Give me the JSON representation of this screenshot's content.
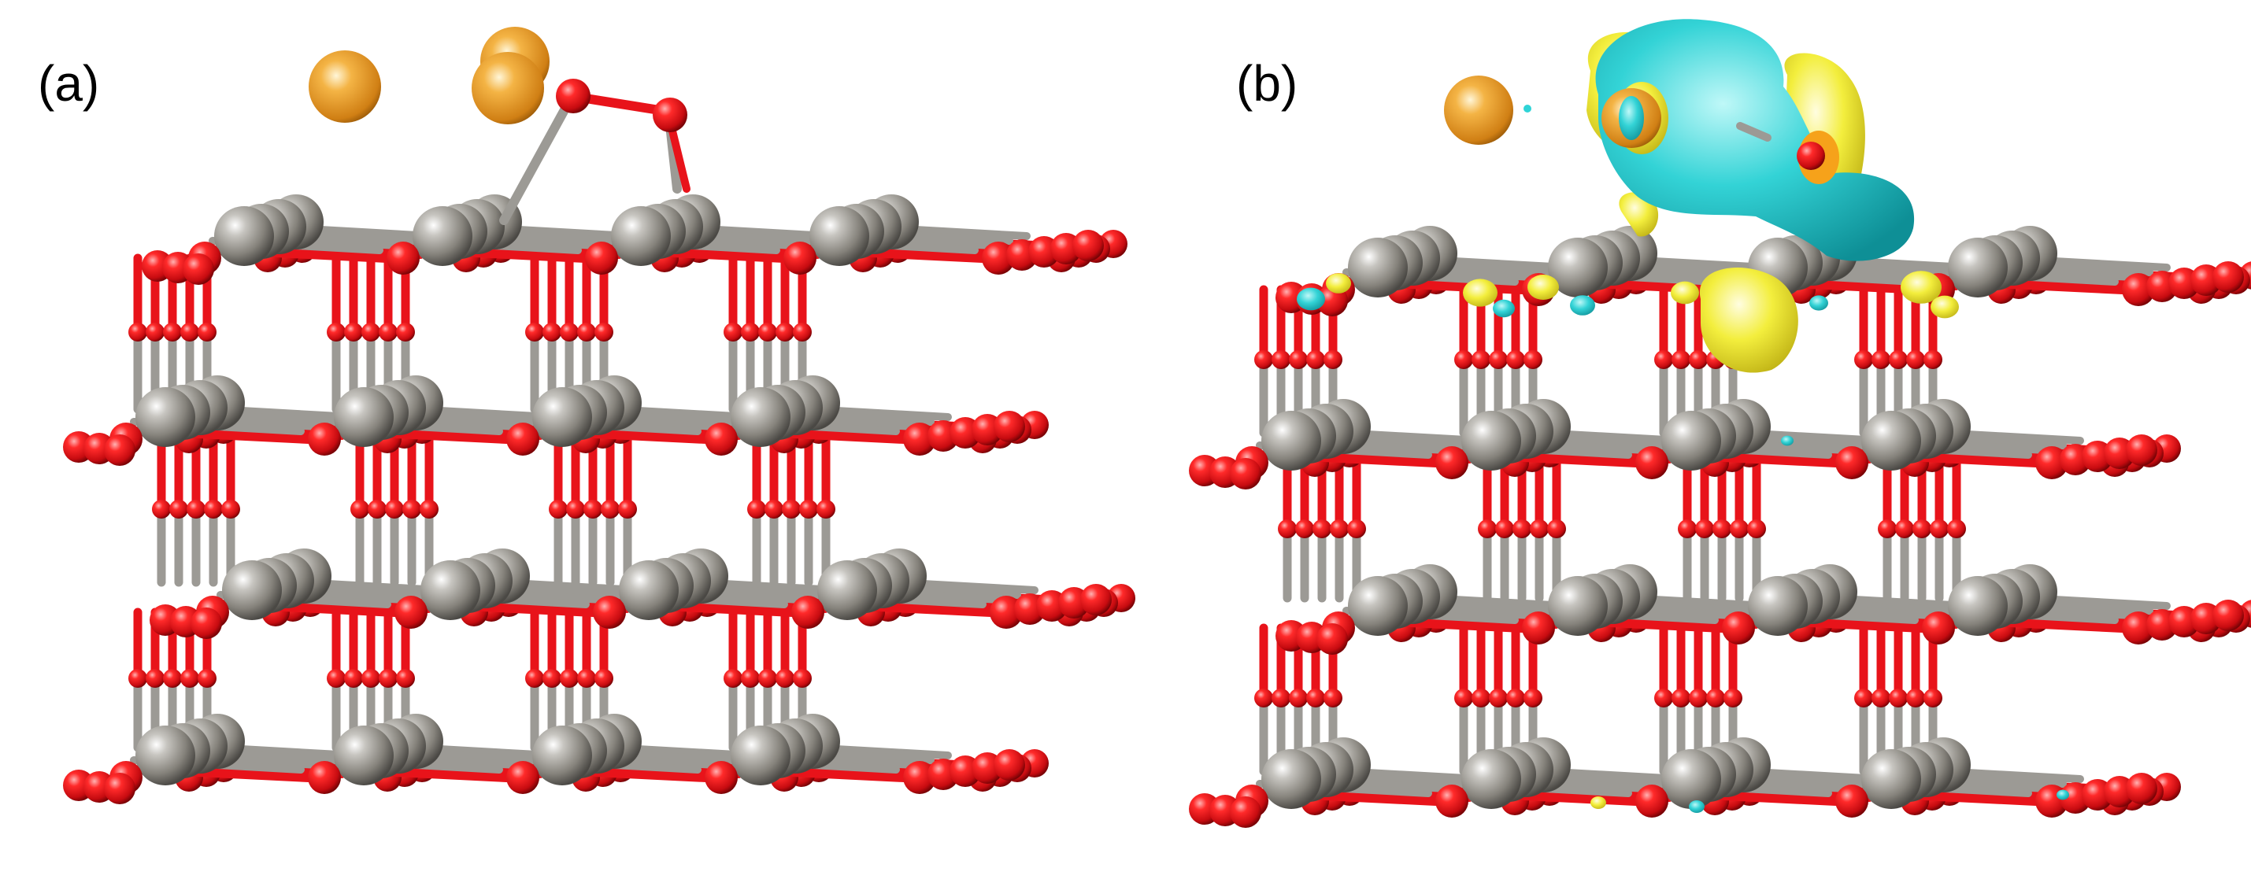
{
  "figure": {
    "panels": [
      {
        "id": "a",
        "label": "(a)"
      },
      {
        "id": "b",
        "label": "(b)"
      }
    ]
  },
  "colors": {
    "metal_atom": "#8e8a82",
    "oxygen_atom": "#e8131a",
    "bond_gray": "#9c9a95",
    "adatom": "#e79c2a",
    "charge_accumulation": "#f2ef3a",
    "charge_depletion": "#2fd4d7",
    "background": "#ffffff"
  }
}
